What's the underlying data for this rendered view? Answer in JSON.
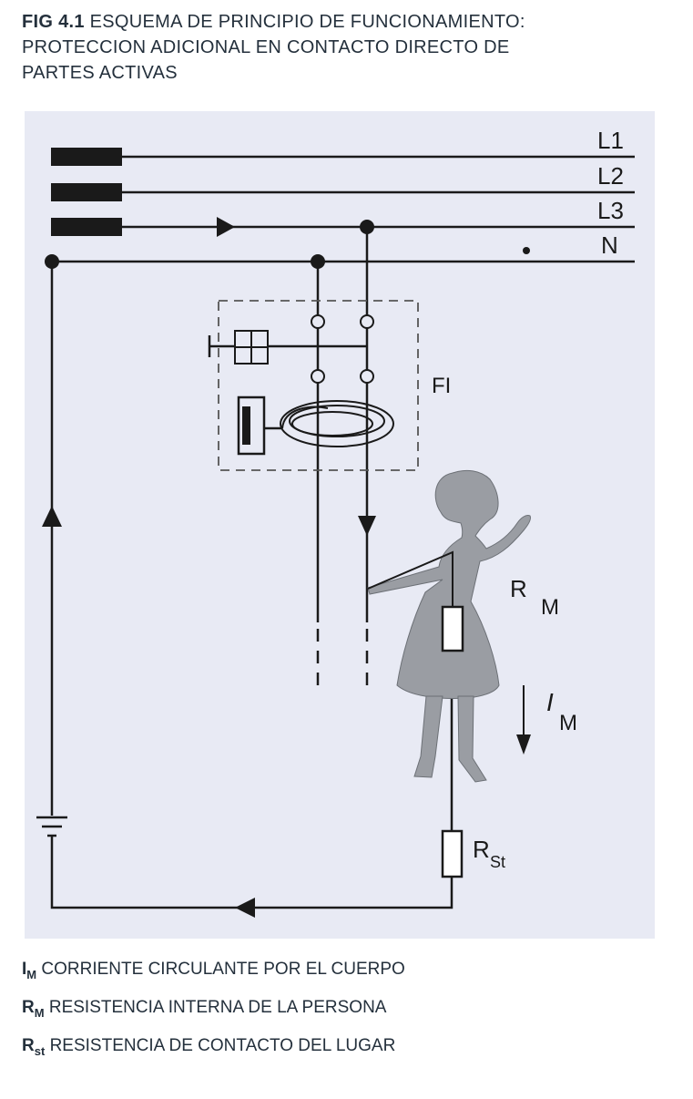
{
  "caption": {
    "fig_label": "FIG 4.1",
    "text_line1": "ESQUEMA DE PRINCIPIO DE FUNCIONAMIENTO:",
    "text_line2": "PROTECCION ADICIONAL EN CONTACTO DIRECTO DE",
    "text_line3": "PARTES ACTIVAS"
  },
  "diagram": {
    "phases": [
      "L1",
      "L2",
      "L3",
      "N"
    ],
    "device_label": "FI",
    "rm_main": "R",
    "rm_sub": "M",
    "im_main": "I",
    "im_sub": "M",
    "rst_main": "R",
    "rst_sub": "St"
  },
  "legend": [
    {
      "symbol": "I",
      "sub": "M",
      "text": "CORRIENTE CIRCULANTE POR EL CUERPO"
    },
    {
      "symbol": "R",
      "sub": "M",
      "text": "RESISTENCIA INTERNA DE LA PERSONA"
    },
    {
      "symbol": "R",
      "sub": "st",
      "text": "RESISTENCIA DE CONTACTO DEL LUGAR"
    }
  ],
  "colors": {
    "panel_background": "#e8eaf4",
    "line": "#1a1a1a",
    "person_fill": "#9a9da3"
  }
}
